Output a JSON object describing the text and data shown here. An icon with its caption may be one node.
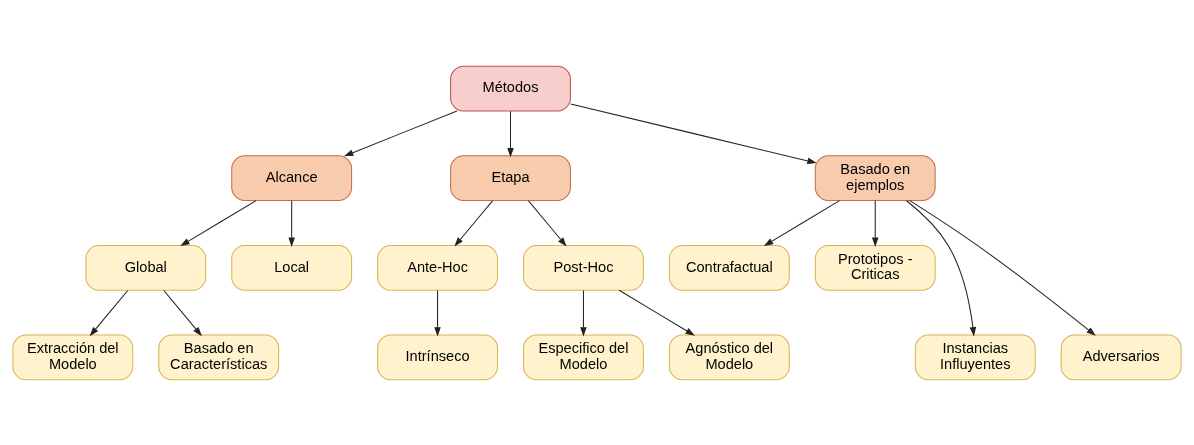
{
  "diagram": {
    "nodes": [
      {
        "text": [
          "Métodos"
        ]
      },
      {
        "text": [
          "Alcance"
        ]
      },
      {
        "text": [
          "Etapa"
        ]
      },
      {
        "text": [
          "Basado en ejemplos"
        ]
      },
      {
        "text": [
          "Global"
        ]
      },
      {
        "text": [
          "Local"
        ]
      },
      {
        "text": [
          "Ante-Hoc"
        ]
      },
      {
        "text": [
          "Post-Hoc"
        ]
      },
      {
        "text": [
          "Contrafactual"
        ]
      },
      {
        "text": [
          "Prototipos - Criticas"
        ]
      },
      {
        "text": [
          "Instancias Influyentes"
        ]
      },
      {
        "text": [
          "Adversarios"
        ]
      },
      {
        "text": [
          "Extracción del Modelo"
        ]
      },
      {
        "text": [
          "Basado en Características"
        ]
      },
      {
        "text": [
          "Intrínseco"
        ]
      },
      {
        "text": [
          "Especifico del Modelo"
        ]
      },
      {
        "text": [
          "Agnóstico del Modelo"
        ]
      }
    ],
    "edges": [
      {
        "from": 0,
        "to": 1,
        "arrow": "to"
      },
      {
        "from": 0,
        "to": 2,
        "arrow": "to"
      },
      {
        "from": 0,
        "to": 3,
        "arrow": "to"
      },
      {
        "from": 1,
        "to": 4,
        "arrow": "to"
      },
      {
        "from": 1,
        "to": 5,
        "arrow": "to"
      },
      {
        "from": 2,
        "to": 6,
        "arrow": "to"
      },
      {
        "from": 2,
        "to": 7,
        "arrow": "to"
      },
      {
        "from": 3,
        "to": 8,
        "arrow": "to"
      },
      {
        "from": 3,
        "to": 10,
        "arrow": "to"
      },
      {
        "from": 3,
        "to": 11,
        "arrow": "to"
      },
      {
        "from": 3,
        "to": 9,
        "arrow": "to"
      },
      {
        "from": 4,
        "to": 12,
        "arrow": "to"
      },
      {
        "from": 4,
        "to": 13,
        "arrow": "to"
      },
      {
        "from": 6,
        "to": 14,
        "arrow": "to"
      },
      {
        "from": 7,
        "to": 15,
        "arrow": "to"
      },
      {
        "from": 7,
        "to": 16,
        "arrow": "to"
      }
    ]
  }
}
